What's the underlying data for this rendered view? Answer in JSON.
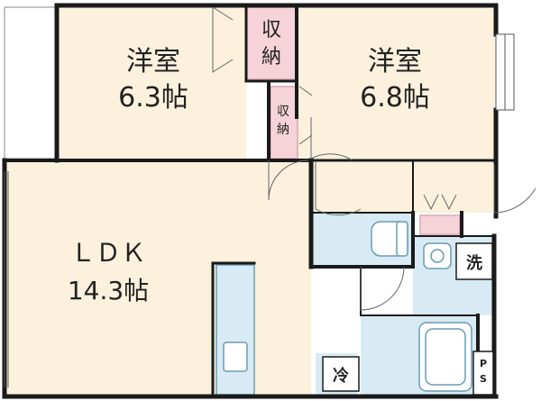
{
  "rooms": {
    "western_room_left": {
      "name": "洋室",
      "size": "6.3帖"
    },
    "western_room_right": {
      "name": "洋室",
      "size": "6.8帖"
    },
    "ldk": {
      "name": "ＬＤＫ",
      "size": "14.3帖"
    }
  },
  "storage": {
    "large": [
      "収",
      "納"
    ],
    "small": [
      "収",
      "納"
    ]
  },
  "fixtures": {
    "washer": "洗",
    "fridge": "冷",
    "pipe_space": [
      "P",
      "S"
    ]
  },
  "colors": {
    "room_fill": "#fbf1dc",
    "wet_fill": "#d8ebf4",
    "storage_fill": "#f6d3d9",
    "wall": "#1a1a1a",
    "storage_outline": "#d7a8b3",
    "fixture_outline": "#6a9cb3"
  }
}
